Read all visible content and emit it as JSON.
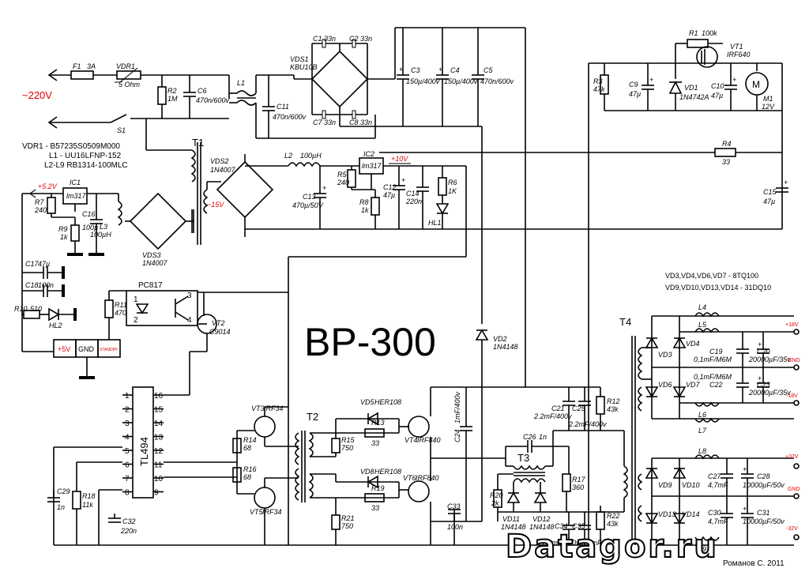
{
  "title": "BP-300",
  "author": "Романов С. 2011",
  "watermark": "Datagor.ru",
  "mains_voltage": "~220V",
  "bom_notes": [
    "VDR1 - B57235S0509M000",
    "L1 - UU16LFNP-152",
    "L2-L9   RB1314-100MLC"
  ],
  "diode_notes": [
    "VD3,VD4,VD6,VD7 - 8TQ100",
    "VD9,VD10,VD13,VD14 - 31DQ10"
  ],
  "connector": {
    "plus5": "+5V",
    "gnd": "GND",
    "standby": "STANDBY"
  },
  "colors": {
    "ink": "#000000",
    "rail": "#e10000"
  },
  "labels": {
    "F1": "F1",
    "F1v": "3A",
    "VDR1": "VDR1",
    "VDR1v": "5 Ohm",
    "R2": "R2",
    "R2v": "1M",
    "C6": "C6",
    "C6v": "470n/600v",
    "L1": "L1",
    "C11": "C11",
    "C11v": "470n/600v",
    "S1": "S1",
    "C1": "C1",
    "C1v": "33n",
    "C2": "C2",
    "C2v": "33n",
    "C7": "C7",
    "C7v": "33n",
    "C8": "C8",
    "C8v": "33n",
    "VDS1": "VDS1",
    "VDS1v": "KBU10B",
    "C3": "C3",
    "C3v": "150µ/400v",
    "C4": "C4",
    "C4v": "150µ/400v",
    "C5": "C5",
    "C5v": "470n/600v",
    "R1": "R1",
    "R1v": "100k",
    "VT1": "VT1",
    "VT1v": "IRF640",
    "R3": "R3",
    "R3v": "47k",
    "C9": "C9",
    "C9v": "47µ",
    "VD1": "VD1",
    "VD1v": "1N4742A",
    "C10": "C10",
    "C10v": "47µ",
    "M1": "M1",
    "M1v": "12V",
    "R4": "R4",
    "R4v": "33",
    "C15": "C15",
    "C15v": "47µ",
    "T1": "T1",
    "VDS2": "VDS2",
    "VDS2v": "1N4007",
    "minus15": "~15V",
    "L2": "L2",
    "L2v": "100µH",
    "IC2": "IC2",
    "IC2v": "lm317",
    "plus10": "+10V",
    "R5": "R5",
    "R5v": "240",
    "C13": "C13",
    "C13v": "470µ/50V",
    "R8": "R8",
    "R8v": "1k",
    "C12": "C12",
    "C12v": "47µ",
    "C14": "C14",
    "C14v": "220n",
    "R6": "R6",
    "R6v": "1K",
    "HL1": "HL1",
    "IC1": "IC1",
    "IC1v": "lm317",
    "plus52": "+5.2V",
    "R7": "R7",
    "R7v": "240",
    "C16": "C16",
    "C16v": "100µ",
    "R9": "R9",
    "R9v": "1k",
    "L3": "L3",
    "L3v": "100µH",
    "VDS3": "VDS3",
    "VDS3v": "1N4007",
    "C17": "C17",
    "C17v": "47µ",
    "C18": "C18",
    "C18v": "100n",
    "R10": "R10",
    "R10v": "510",
    "HL2": "HL2",
    "PC817": "PC817",
    "R11": "R11",
    "R11v": "470",
    "VT2": "VT2",
    "VT2v": "C9014",
    "TL494": "TL494",
    "C29": "C29",
    "C29v": "1n",
    "R18": "R18",
    "R18v": "11k",
    "C32": "C32",
    "C32v": "220n",
    "VT3": "VT3",
    "VT3v": "IRF34",
    "VT5": "VT5",
    "VT5v": "IRF34",
    "R14": "R14",
    "R14v": "68",
    "R16": "R16",
    "R16v": "68",
    "T2": "T2",
    "R15": "R15",
    "R15v": "750",
    "R21": "R21",
    "R21v": "750",
    "VD5": "VD5",
    "VD5v": "HER108",
    "R13": "R13",
    "R13v": "33",
    "VT4": "VT4",
    "VT4v": "IRF840",
    "VD8": "VD8",
    "VD8v": "HER108",
    "R19": "R19",
    "R19v": "33",
    "VT6": "VT6",
    "VT6v": "IRF840",
    "C24": "C24",
    "C24v": "1mF/400v",
    "C33": "C33",
    "C33v": "100n",
    "VD2": "VD2",
    "VD2v": "1N4148",
    "C21": "C21",
    "C21v": "2.2mF/400v",
    "C25": "C25",
    "C25v": "2.2mF/400v",
    "R12": "R12",
    "R12v": "43k",
    "C26": "C26",
    "C26v": "1n",
    "T3": "T3",
    "R20": "R20",
    "R20v": "2k",
    "R17": "R17",
    "R17v": "360",
    "VD11": "VD11",
    "VD11v": "1N4148",
    "VD12": "VD12",
    "VD12v": "1N4148",
    "C34": "C34",
    "C34v": "2.2mF/400v",
    "C35": "C35",
    "C35v": "2.2mF/400v",
    "R22": "R22",
    "R22v": "43k",
    "T4": "T4",
    "L4": "L4",
    "L5": "L5",
    "L6": "L6",
    "L7": "L7",
    "L8": "L8",
    "L9": "L9",
    "VD3": "VD3",
    "VD4": "VD4",
    "VD6": "VD6",
    "VD7": "VD7",
    "C19": "C19",
    "C19v": "0,1mF/M6M",
    "C20": "C20",
    "C20v": "20000µF/35v",
    "C22": "C22",
    "C22v": "0,1mF/M6M",
    "C23": "C23",
    "C23v": "20000µF/35v",
    "VD9": "VD9",
    "VD10": "VD10",
    "VD13": "VD13",
    "VD14": "VD14",
    "C27": "C27",
    "C27v": "4,7mF",
    "C28": "C28",
    "C28v": "10000µF/50v",
    "C30": "C30",
    "C30v": "4,7mF",
    "C31": "C31",
    "C31v": "10000µF/50v",
    "out18p": "+18V",
    "outgnd1": "GND",
    "out18n": "-18V",
    "out32p": "+32V",
    "outgnd2": "GND",
    "out32n": "-32V",
    "pc_pin1": "1",
    "pc_pin2": "2",
    "pc_pin3": "3",
    "pc_pin4": "4"
  },
  "tl494_pins_left": [
    "1",
    "2",
    "3",
    "4",
    "5",
    "6",
    "7",
    "8"
  ],
  "tl494_pins_right": [
    "16",
    "15",
    "14",
    "13",
    "12",
    "11",
    "10",
    "9"
  ]
}
